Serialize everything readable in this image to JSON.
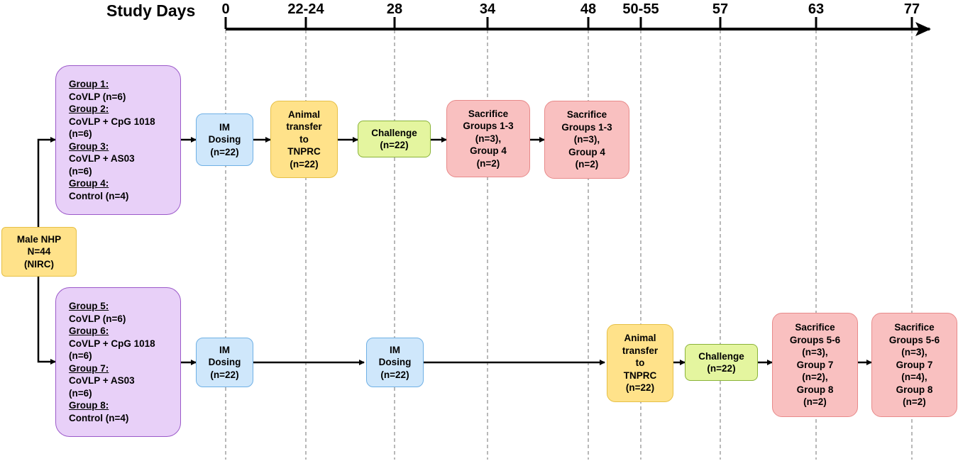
{
  "axis": {
    "title": "Study Days",
    "ticks": [
      "0",
      "22-24",
      "28",
      "34",
      "48",
      "50-55",
      "57",
      "63",
      "77"
    ]
  },
  "source": {
    "l1": "Male  NHP",
    "l2": "N=44",
    "l3": "(NIRC)"
  },
  "cohort1": {
    "groups": {
      "g1_head": "Group 1:",
      "g1_text": "CoVLP (n=6)",
      "g2_head": "Group 2:",
      "g2_text1": "CoVLP + CpG 1018",
      "g2_text2": "(n=6)",
      "g3_head": "Group 3:",
      "g3_text1": "CoVLP + AS03",
      "g3_text2": "(n=6)",
      "g4_head": "Group 4:",
      "g4_text": "Control  (n=4)"
    },
    "dose": {
      "l1": "IM",
      "l2": "Dosing",
      "l3": "(n=22)"
    },
    "transfer": {
      "l1": "Animal",
      "l2": "transfer",
      "l3": "to",
      "l4": "TNPRC",
      "l5": "(n=22)"
    },
    "challenge": {
      "l1": "Challenge",
      "l2": "(n=22)"
    },
    "sac1": {
      "l1": "Sacrifice",
      "l2": "Groups 1-3",
      "l3": "(n=3),",
      "l4": "Group 4",
      "l5": "(n=2)"
    },
    "sac2": {
      "l1": "Sacrifice",
      "l2": "Groups 1-3",
      "l3": "(n=3),",
      "l4": "Group 4",
      "l5": "(n=2)"
    }
  },
  "cohort2": {
    "groups": {
      "g5_head": "Group 5:",
      "g5_text": "CoVLP (n=6)",
      "g6_head": "Group 6:",
      "g6_text1": "CoVLP + CpG 1018",
      "g6_text2": "(n=6)",
      "g7_head": "Group 7:",
      "g7_text1": "CoVLP + AS03",
      "g7_text2": "(n=6)",
      "g8_head": "Group 8:",
      "g8_text": "Control  (n=4)"
    },
    "dose1": {
      "l1": "IM",
      "l2": "Dosing",
      "l3": "(n=22)"
    },
    "dose2": {
      "l1": "IM",
      "l2": "Dosing",
      "l3": "(n=22)"
    },
    "transfer": {
      "l1": "Animal",
      "l2": "transfer",
      "l3": "to",
      "l4": "TNPRC",
      "l5": "(n=22)"
    },
    "challenge": {
      "l1": "Challenge",
      "l2": "(n=22)"
    },
    "sac1": {
      "l1": "Sacrifice",
      "l2": "Groups 5-6",
      "l3": "(n=3),",
      "l4": "Group 7",
      "l5": "(n=2),",
      "l6": "Group 8",
      "l7": "(n=2)"
    },
    "sac2": {
      "l1": "Sacrifice",
      "l2": "Groups 5-6",
      "l3": "(n=3),",
      "l4": "Group 7",
      "l5": "(n=4),",
      "l6": "Group 8",
      "l7": "(n=2)"
    }
  }
}
